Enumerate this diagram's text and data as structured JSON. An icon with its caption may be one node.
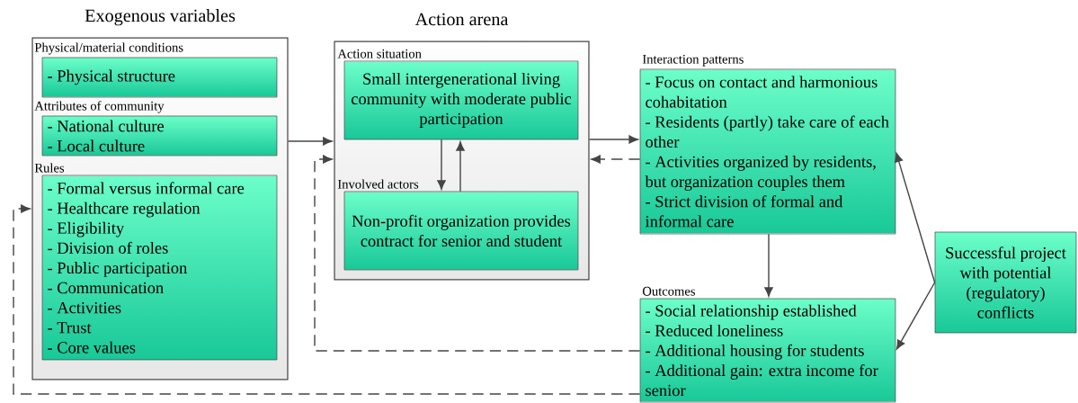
{
  "diagram": {
    "nodes": [
      {
        "text": [
          "Exogenous variables"
        ]
      },
      {
        "text": [
          "Physical/material conditions",
          "- Physical structure"
        ],
        "in": 0
      },
      {
        "text": [
          "Attributes of community",
          "- National culture",
          "- Local culture"
        ],
        "in": 0
      },
      {
        "text": [
          "Rules",
          "- Formal versus informal care",
          "- Healthcare regulation",
          "- Eligibility",
          "- Division of roles",
          "- Public participation",
          "- Communication",
          "- Activities",
          "- Trust",
          "- Core values"
        ],
        "in": 0
      },
      {
        "text": [
          "Action arena"
        ]
      },
      {
        "text": [
          "Action situation",
          "Small intergenerational living community with moderate public participation"
        ],
        "in": 4
      },
      {
        "text": [
          "Involved actors",
          "Non-profit organization provides contract for senior and student"
        ],
        "in": 4
      },
      {
        "text": [
          "Interaction patterns",
          "- Focus on contact and harmonious cohabitation",
          "- Residents (partly) take care of each other",
          "- Activities organized by residents, but organization couples them",
          "- Strict division of formal and informal care"
        ]
      },
      {
        "text": [
          "Outcomes",
          "- Social relationship established",
          "- Reduced loneliness",
          "- Additional housing for students",
          "- Additional gain: extra income for senior"
        ]
      },
      {
        "text": [
          "Successful project with potential (regulatory) conflicts"
        ]
      }
    ],
    "edges": [
      {
        "from": 0,
        "to": 4,
        "arrow": "to"
      },
      {
        "from": 5,
        "to": 6,
        "arrow": "to"
      },
      {
        "from": 6,
        "to": 5,
        "arrow": "to"
      },
      {
        "from": 4,
        "to": 7,
        "arrow": "to"
      },
      {
        "from": 7,
        "to": 4,
        "arrow": "to",
        "style": "dashed"
      },
      {
        "from": 7,
        "to": 8,
        "arrow": "to"
      },
      {
        "from": 9,
        "to": 7,
        "arrow": "to"
      },
      {
        "from": 9,
        "to": 8,
        "arrow": "to"
      },
      {
        "from": 8,
        "to": 4,
        "arrow": "to",
        "style": "dashed"
      },
      {
        "from": 8,
        "to": 0,
        "arrow": "to",
        "style": "dashed"
      }
    ]
  }
}
